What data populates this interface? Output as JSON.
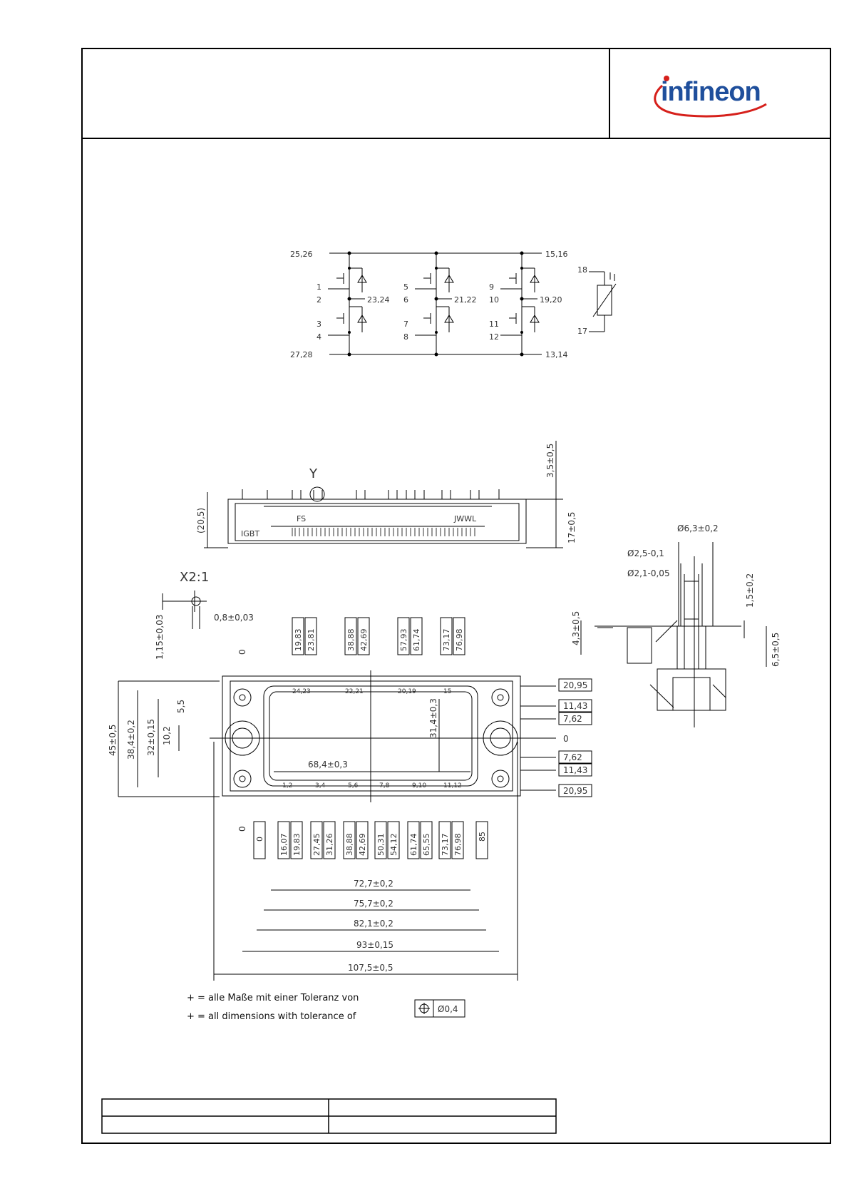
{
  "header": {
    "logo_text": "infineon",
    "brand_color": "#1f4f9c",
    "accent_color": "#d6201b"
  },
  "schematic": {
    "left_labels": [
      "25,26",
      "1",
      "2",
      "3",
      "4",
      "27,28"
    ],
    "mid_labels": [
      "5",
      "6",
      "7",
      "8"
    ],
    "right_labels": [
      "9",
      "10",
      "11",
      "12"
    ],
    "node_labels": [
      "23,24",
      "21,22",
      "19,20",
      "15,16",
      "13,14"
    ],
    "ntc_labels": [
      "18",
      "17"
    ]
  },
  "side_view": {
    "title": "Y",
    "dims": [
      "(20,5)",
      "3,5±0,5",
      "17±0,5"
    ],
    "marks": [
      "IGBT",
      "FS",
      "JWWL"
    ]
  },
  "detail": {
    "title": "X2:1",
    "dims": [
      "0,8±0,03",
      "1,15±0,03"
    ]
  },
  "pin_detail": {
    "dims": [
      "Ø6,3±0,2",
      "Ø2,5-0,1",
      "Ø2,1-0,05",
      "1,5±0,2",
      "4,3±0,5",
      "6,5±0,5"
    ]
  },
  "top_view": {
    "top_pins": [
      "19,83",
      "23,81",
      "38,88",
      "42,69",
      "57,93",
      "61,74",
      "73,17",
      "76,98"
    ],
    "bottom_pins": [
      "0",
      "16,07",
      "19,83",
      "27,45",
      "31,26",
      "38,88",
      "42,69",
      "50,31",
      "54,12",
      "61,74",
      "65,55",
      "73,17",
      "76,98",
      "85"
    ],
    "right_dims": [
      "20,95",
      "11,43",
      "7,62",
      "0",
      "7,62",
      "11,43",
      "20,95"
    ],
    "left_dims": [
      "45±0,5",
      "38,4±0,2",
      "32±0,15",
      "10,2",
      "5,5"
    ],
    "inner_dims": [
      "68,4±0,3",
      "31,4±0,3"
    ],
    "top_row_labels": [
      "24,23",
      "22,21",
      "20,19",
      "15"
    ],
    "bottom_row_labels": [
      "1,2",
      "3,4",
      "5,6",
      "7,8",
      "9,10",
      "11,12"
    ],
    "overall_dims": [
      "72,7±0,2",
      "75,7±0,2",
      "82,1±0,2",
      "93±0,15",
      "107,5±0,5"
    ],
    "zero_top": "0",
    "zero_bottom": "0"
  },
  "notes": {
    "line1": "+ = alle Maße mit einer Toleranz von",
    "line2": "+ = all dimensions with tolerance of",
    "tolerance": "Ø0,4"
  }
}
